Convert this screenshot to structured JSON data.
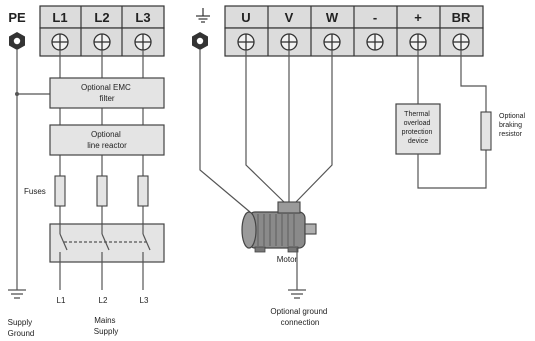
{
  "terminals": {
    "pe": "PE",
    "l1": "L1",
    "l2": "L2",
    "l3": "L3",
    "u": "U",
    "v": "V",
    "w": "W",
    "minus": "-",
    "plus": "+",
    "br": "BR"
  },
  "boxes": {
    "emc_filter": [
      "Optional EMC",
      "filter"
    ],
    "line_reactor": [
      "Optional",
      "line reactor"
    ],
    "thermal": [
      "Thermal",
      "overload",
      "protection",
      "device"
    ],
    "braking": [
      "Optional",
      "braking",
      "resistor"
    ]
  },
  "labels": {
    "fuses": "Fuses",
    "motor": "Motor",
    "optional_ground": [
      "Optional ground",
      "connection"
    ],
    "supply_ground": [
      "Supply",
      "Ground"
    ],
    "mains_supply": [
      "Mains",
      "Supply"
    ],
    "phase_l1": "L1",
    "phase_l2": "L2",
    "phase_l3": "L3"
  },
  "icons": {
    "ground_symbol": "earth-ground-icon",
    "hex_nut": "hex-nut-icon",
    "screw": "screw-terminal-icon"
  },
  "colors": {
    "terminal_fill": "#dcdcdc",
    "line": "#555555",
    "box_fill": "#e4e4e4"
  }
}
